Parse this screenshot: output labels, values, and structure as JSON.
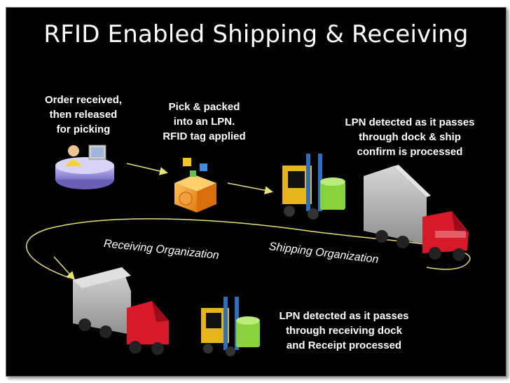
{
  "title": "RFID Enabled Shipping & Receiving",
  "steps": {
    "order": [
      "Order received,",
      "then released",
      "for picking"
    ],
    "pick": [
      "Pick & packed",
      "into an LPN.",
      "RFID tag applied"
    ],
    "ship_detect": [
      "LPN detected as it passes",
      "through dock & ship",
      "confirm is processed"
    ],
    "receive_detect": [
      "LPN detected as it passes",
      "through receiving dock",
      "and Receipt processed"
    ]
  },
  "orgs": {
    "receiving": "Receiving Organization",
    "shipping": "Shipping Organization"
  },
  "colors": {
    "background": "#000000",
    "arrow": "#e8e070",
    "truck_cab": "#d8192a",
    "truck_box": "#b9b9b9",
    "forklift": "#e8b41c",
    "pallet_load": "#8ad23c"
  },
  "icons": [
    "desk-worker-icon",
    "package-box-icon",
    "forklift-icon",
    "delivery-truck-icon"
  ]
}
